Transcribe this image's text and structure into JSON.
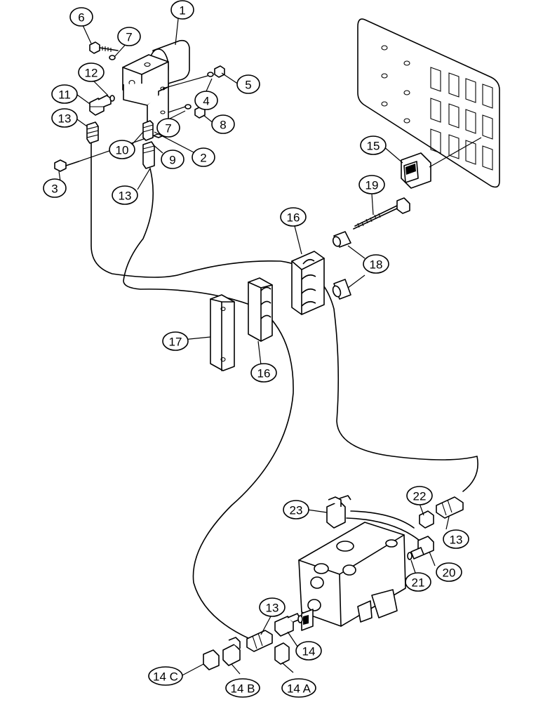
{
  "callouts": [
    {
      "label": "1"
    },
    {
      "label": "6"
    },
    {
      "label": "7"
    },
    {
      "label": "12"
    },
    {
      "label": "11"
    },
    {
      "label": "4"
    },
    {
      "label": "5"
    },
    {
      "label": "13"
    },
    {
      "label": "7"
    },
    {
      "label": "8"
    },
    {
      "label": "10"
    },
    {
      "label": "9"
    },
    {
      "label": "2"
    },
    {
      "label": "3"
    },
    {
      "label": "13"
    },
    {
      "label": "15"
    },
    {
      "label": "19"
    },
    {
      "label": "16"
    },
    {
      "label": "18"
    },
    {
      "label": "17"
    },
    {
      "label": "16"
    },
    {
      "label": "23"
    },
    {
      "label": "22"
    },
    {
      "label": "13"
    },
    {
      "label": "20"
    },
    {
      "label": "21"
    },
    {
      "label": "13"
    },
    {
      "label": "14"
    },
    {
      "label": "14 C"
    },
    {
      "label": "14 B"
    },
    {
      "label": "14 A"
    }
  ]
}
